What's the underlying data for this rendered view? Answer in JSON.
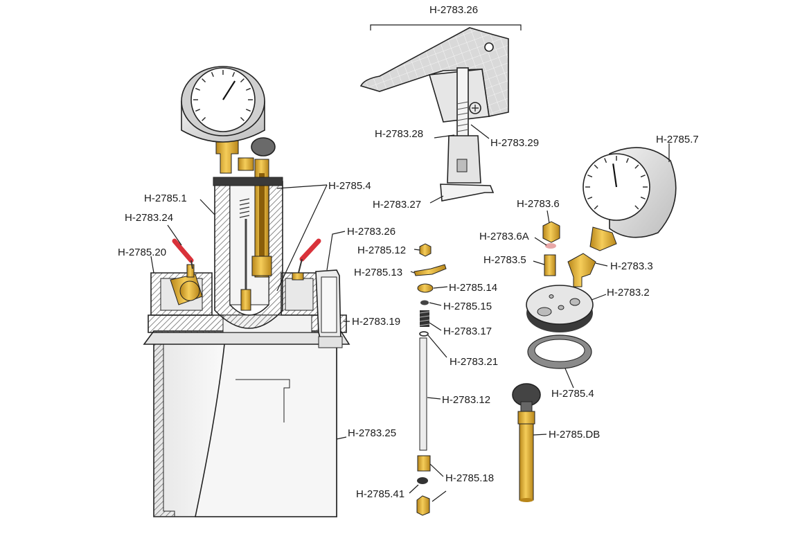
{
  "labels": {
    "l2783_26_top": "H-2783.26",
    "l2783_28": "H-2783.28",
    "l2783_29": "H-2783.29",
    "l2783_27": "H-2783.27",
    "l2785_7": "H-2785.7",
    "l2783_6": "H-2783.6",
    "l2783_6a": "H-2783.6A",
    "l2783_5": "H-2783.5",
    "l2783_3": "H-2783.3",
    "l2783_2": "H-2783.2",
    "l2785_4_right": "H-2785.4",
    "l2785_db": "H-2785.DB",
    "l2785_1": "H-2785.1",
    "l2783_24": "H-2783.24",
    "l2785_20": "H-2785.20",
    "l2785_4_left": "H-2785.4",
    "l2783_26_left": "H-2783.26",
    "l2783_19": "H-2783.19",
    "l2783_25": "H-2783.25",
    "l2785_12": "H-2785.12",
    "l2785_13": "H-2785.13",
    "l2785_14": "H-2785.14",
    "l2785_15": "H-2785.15",
    "l2783_17": "H-2783.17",
    "l2783_21": "H-2783.21",
    "l2783_12": "H-2783.12",
    "l2785_18": "H-2785.18",
    "l2785_41": "H-2785.41"
  },
  "colors": {
    "brass": "#e8b53a",
    "brass_dark": "#b8861a",
    "red_handle": "#d9323a",
    "gauge_face": "#ffffff",
    "gauge_body": "#d8d8d8",
    "hatch": "#555555",
    "gasket": "#8a8a8a",
    "pot_shade": "#f0f0f0",
    "knob": "#5a5a5a"
  },
  "gauges": {
    "left_needle_value": 0.62,
    "right_needle_value": 0.47
  }
}
